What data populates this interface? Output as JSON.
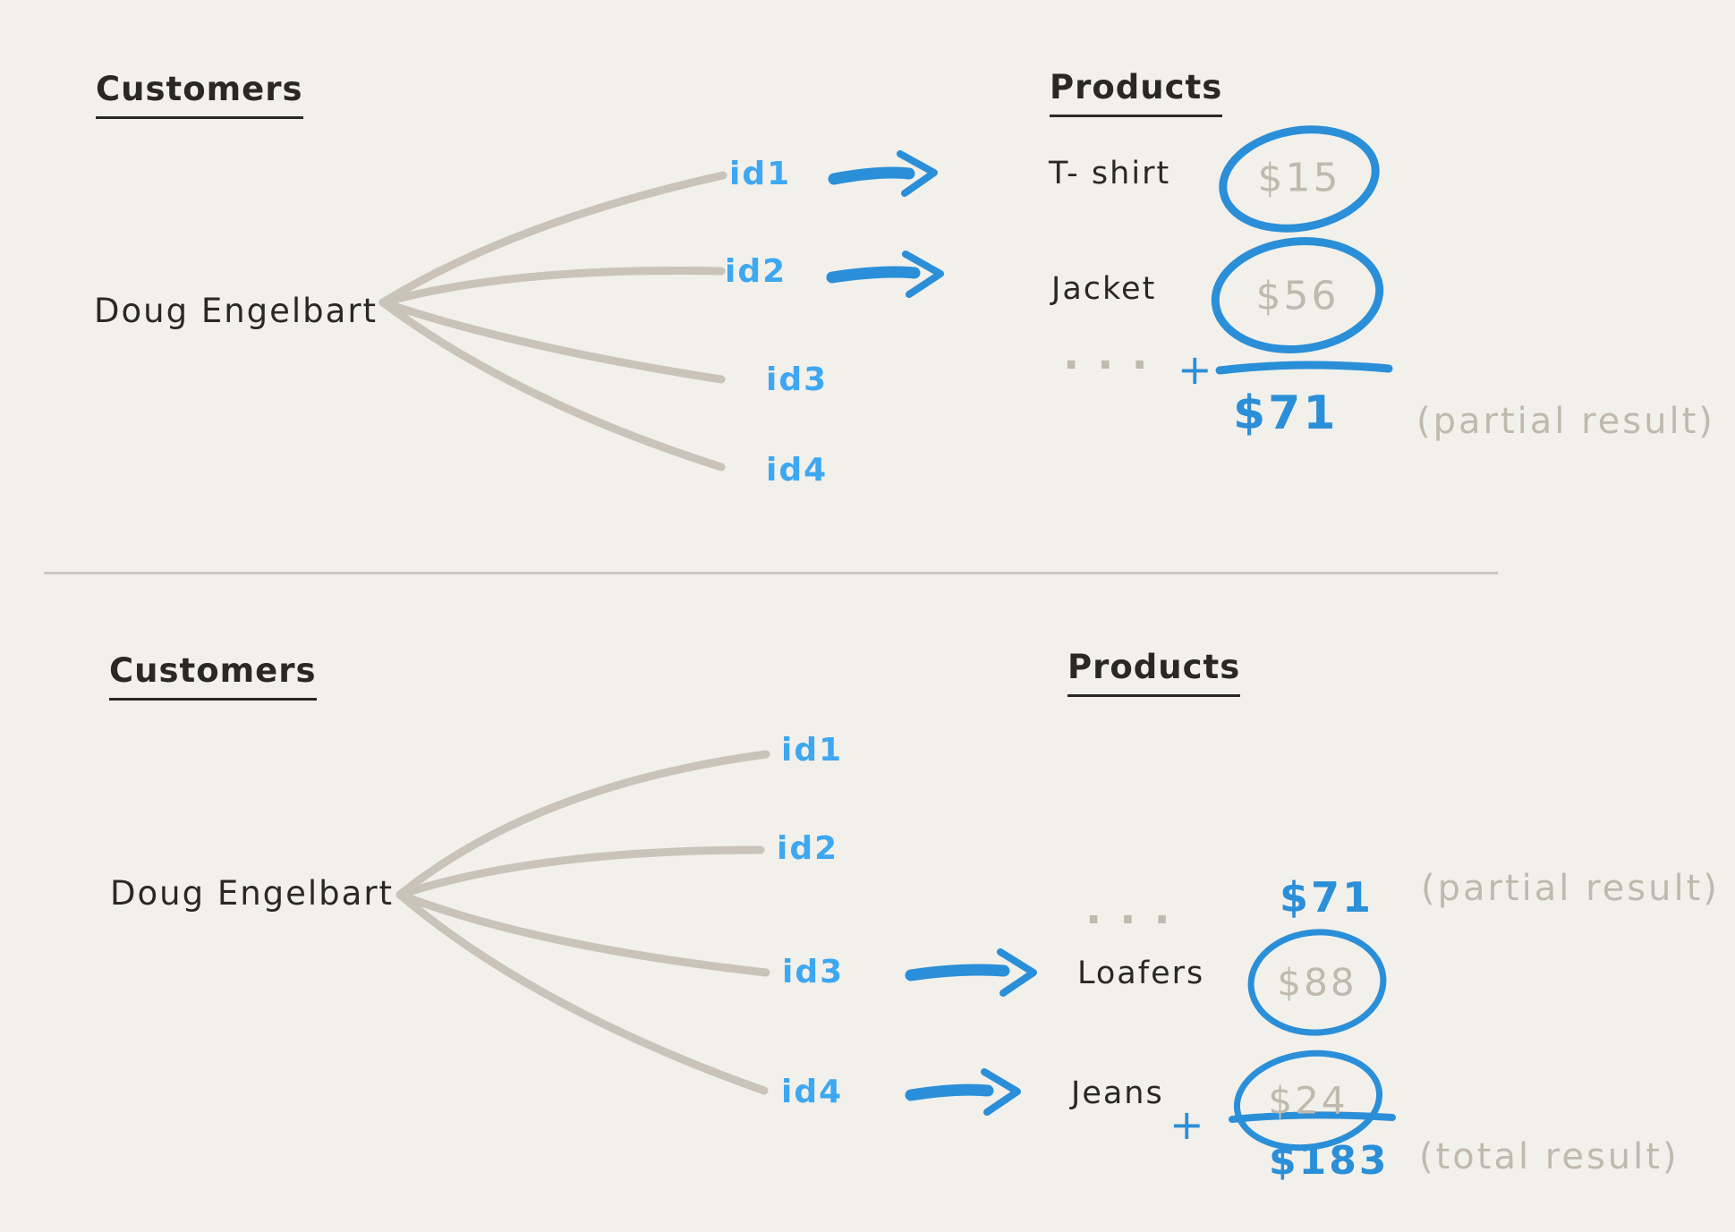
{
  "colors": {
    "bg": "#f2f0ea",
    "ink": "#2b2822",
    "gray": "#bfb9ae",
    "curve_gray": "#c9c3b9",
    "divider": "#ccc7c0",
    "blue": "#2a8fd8",
    "lblue": "#3ea7f2"
  },
  "top": {
    "customers_heading": "Customers",
    "products_heading": "Products",
    "customer": "Doug Engelbart",
    "ids": [
      "id1",
      "id2",
      "id3",
      "id4"
    ],
    "mapped": [
      {
        "product": "T- shirt",
        "price": "$15"
      },
      {
        "product": "Jacket",
        "price": "$56"
      }
    ],
    "ellipsis": "...",
    "plus": "+",
    "subtotal": "$71",
    "subtotal_note": "(partial result)"
  },
  "bottom": {
    "customers_heading": "Customers",
    "products_heading": "Products",
    "customer": "Doug Engelbart",
    "ids": [
      "id1",
      "id2",
      "id3",
      "id4"
    ],
    "ellipsis": "...",
    "carryover": "$71",
    "carryover_note": "(partial result)",
    "mapped": [
      {
        "product": "Loafers",
        "price": "$88"
      },
      {
        "product": "Jeans",
        "price": "$24"
      }
    ],
    "plus": "+",
    "total": "$183",
    "total_note": "(total result)"
  }
}
